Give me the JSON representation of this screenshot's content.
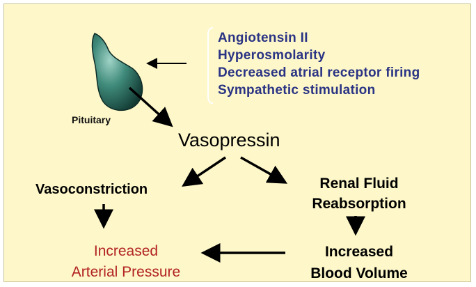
{
  "stimuli": [
    "Angiotensin II",
    "Hyperosmolarity",
    "Decreased atrial receptor firing",
    "Sympathetic stimulation"
  ],
  "labels": {
    "pituitary": "Pituitary",
    "vasopressin": "Vasopressin",
    "vasoconstriction": "Vasoconstriction",
    "renal_line1": "Renal Fluid",
    "renal_line2": "Reabsorption",
    "blood_line1": "Increased",
    "blood_line2": "Blood Volume",
    "pressure_line1": "Increased",
    "pressure_line2": "Arterial Pressure"
  },
  "colors": {
    "background": "#fdf7c9",
    "stimuli_text": "#2a3384",
    "pressure_text": "#b22222",
    "gland_fill": "#3f8a7a"
  }
}
